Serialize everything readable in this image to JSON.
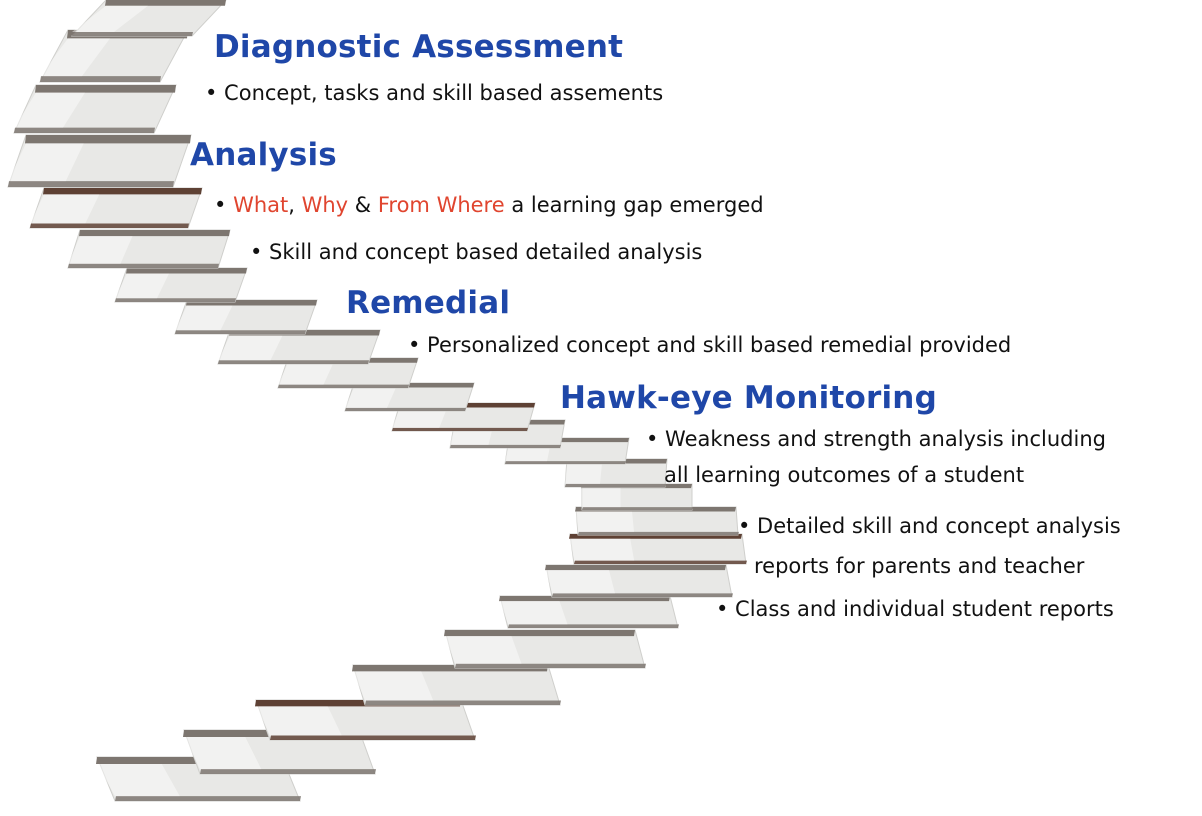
{
  "colors": {
    "heading": "#1f47a8",
    "highlight": "#e0452f",
    "text": "#111111",
    "book_pages": "#e8e8e6",
    "book_cover_grey": "#7d7670",
    "book_cover_brown": "#5e4134"
  },
  "icons": {
    "bullet": "bullet-dot-icon"
  },
  "sections": [
    {
      "heading": "Diagnostic Assessment",
      "bullets": [
        "• Concept, tasks and skill based assements"
      ]
    },
    {
      "heading": "Analysis",
      "bullets": [
        {
          "prefix": "• ",
          "what": "What",
          "sep1": ", ",
          "why": "Why",
          "sep2": " & ",
          "from_where": "From Where",
          "rest": " a learning gap emerged"
        },
        "• Skill and concept based  detailed analysis"
      ]
    },
    {
      "heading": "Remedial",
      "bullets": [
        "• Personalized concept and skill based remedial provided"
      ]
    },
    {
      "heading": "Hawk-eye Monitoring",
      "bullets": [
        {
          "line1": "• Weakness and strength analysis including",
          "line2": "all learning outcomes of a student"
        },
        {
          "line1": "• Detailed skill and concept analysis",
          "line2": "reports for parents and teacher"
        },
        "• Class and individual student  reports"
      ]
    }
  ]
}
